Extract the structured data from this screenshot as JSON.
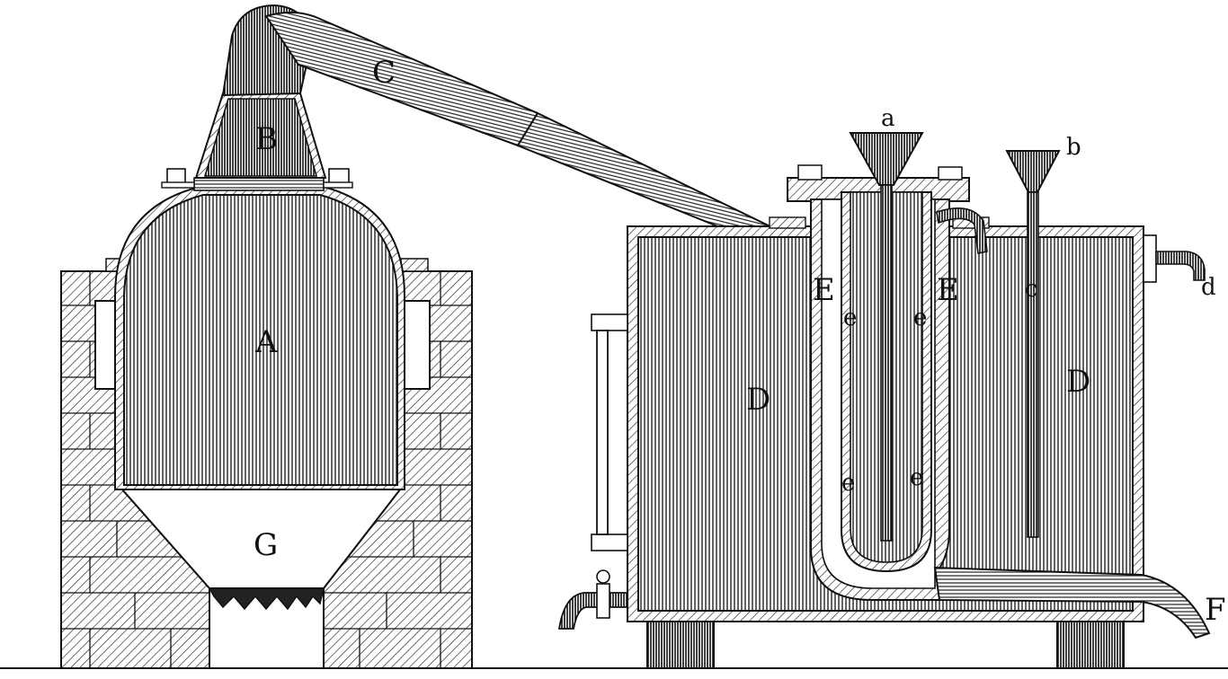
{
  "labels": {
    "A": "A",
    "B": "B",
    "C": "C",
    "D_left": "D",
    "D_right": "D",
    "E_left": "E",
    "E_right": "E",
    "F": "F",
    "G": "G",
    "a": "a",
    "b": "b",
    "d": "d",
    "c": "c",
    "e_upper_left": "e",
    "e_upper_right": "e",
    "e_lower_left": "e",
    "e_lower_right": "e"
  },
  "colors": {
    "ink": "#111111",
    "paper": "#ffffff"
  }
}
